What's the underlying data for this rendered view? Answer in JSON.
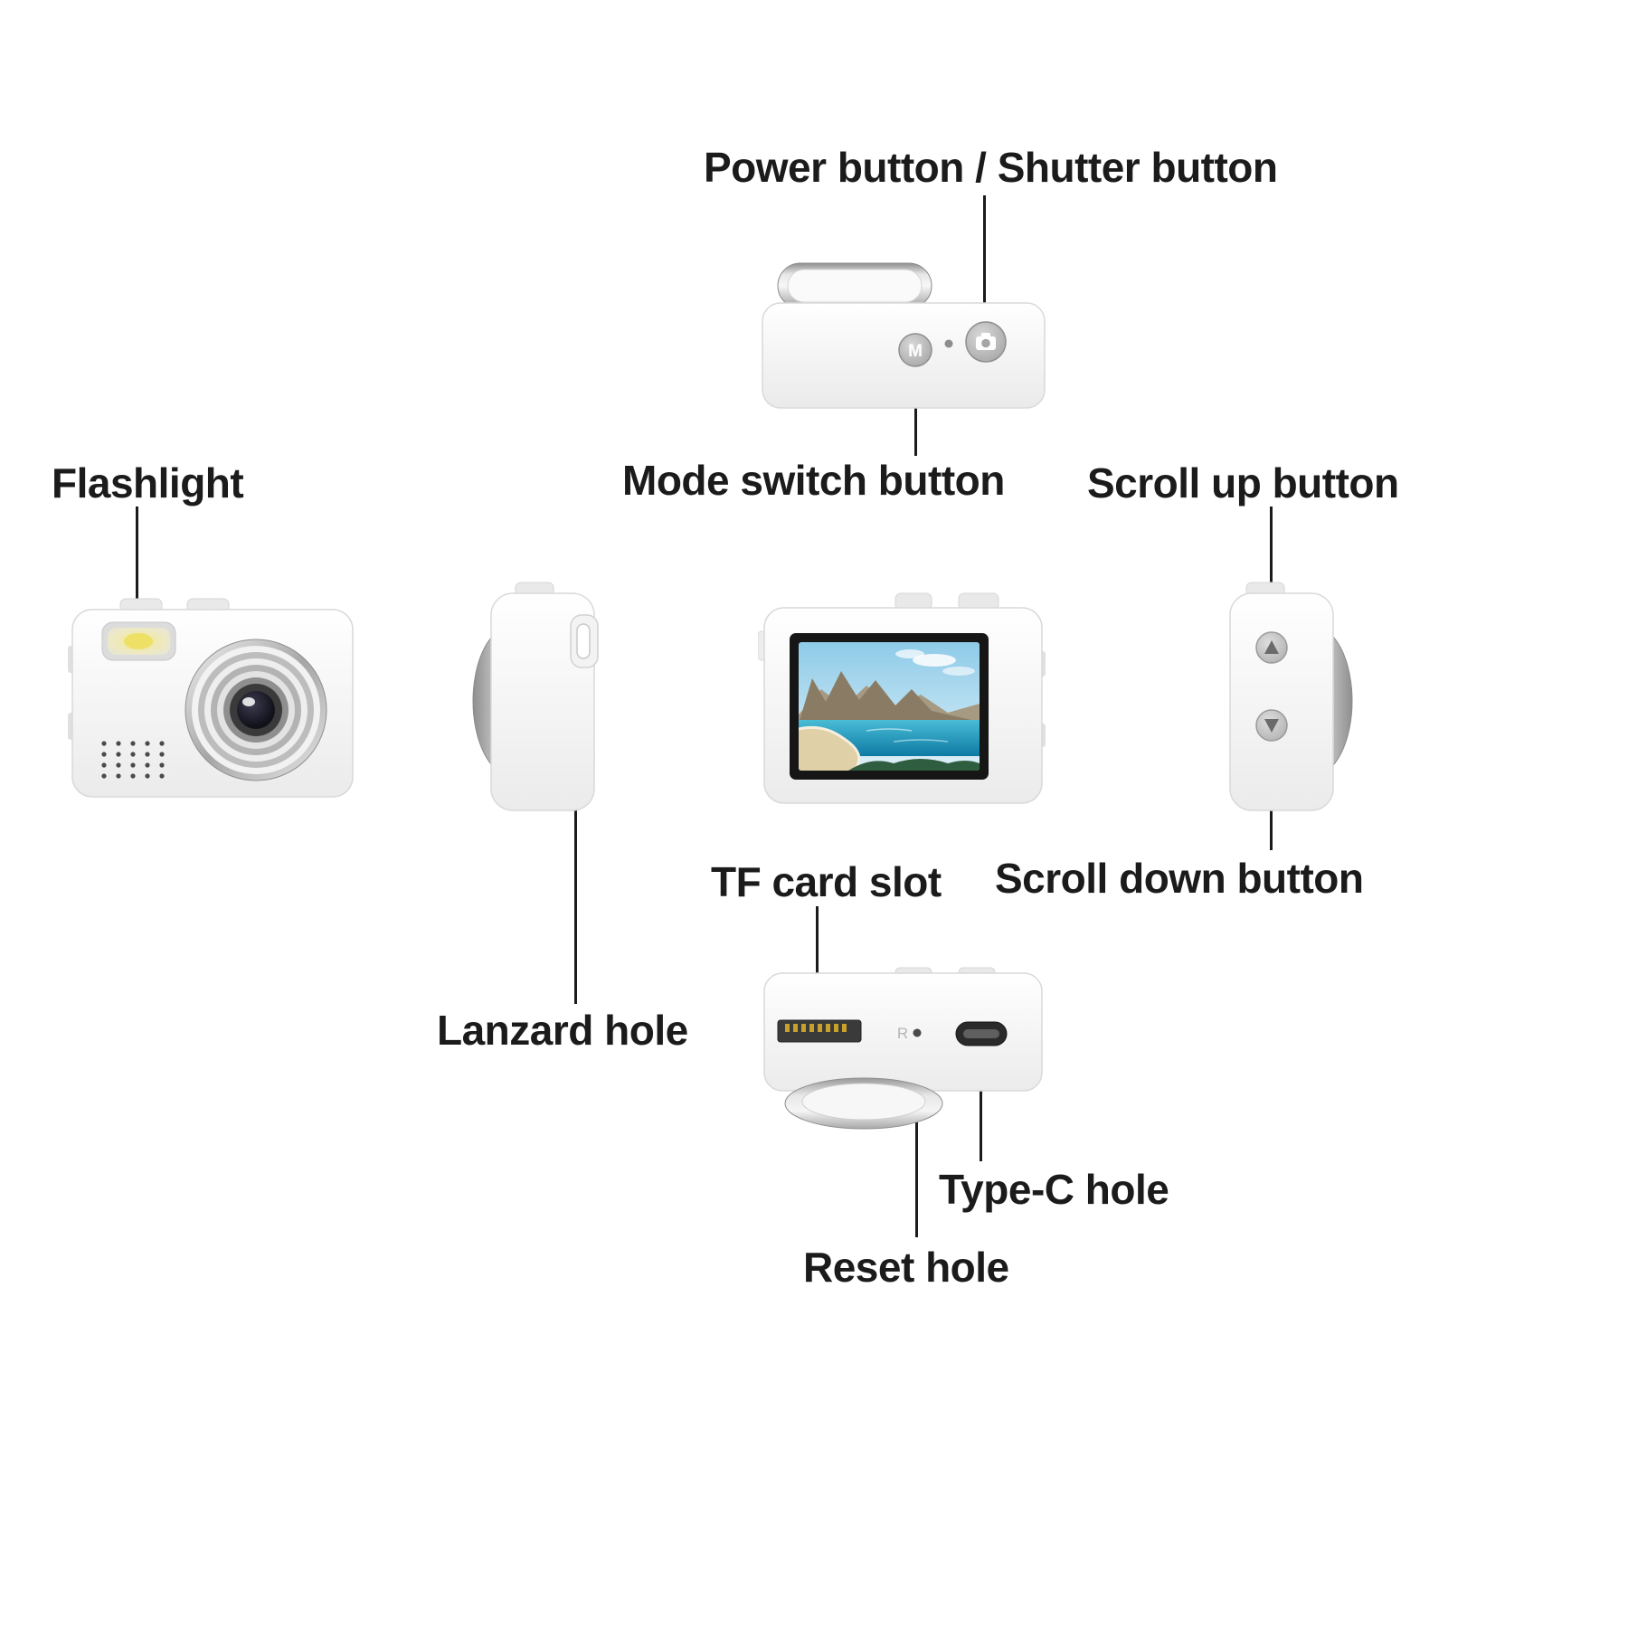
{
  "labels": {
    "power_shutter": "Power button / Shutter button",
    "flashlight": "Flashlight",
    "mode_switch": "Mode switch button",
    "scroll_up": "Scroll up button",
    "tf_card": "TF card slot",
    "scroll_down": "Scroll down button",
    "lanyard": "Lanzard hole",
    "type_c": "Type-C hole",
    "reset": "Reset hole"
  },
  "markings": {
    "mode_button": "M",
    "reset_label": "R"
  },
  "colors": {
    "text": "#1b1b1b",
    "camera_body": "#f4f4f4",
    "silver": "#c9c9c9",
    "screen_sky": "#8ecbe8",
    "screen_sea": "#0e7aa4",
    "flash_yellow": "#ecdf5e"
  }
}
